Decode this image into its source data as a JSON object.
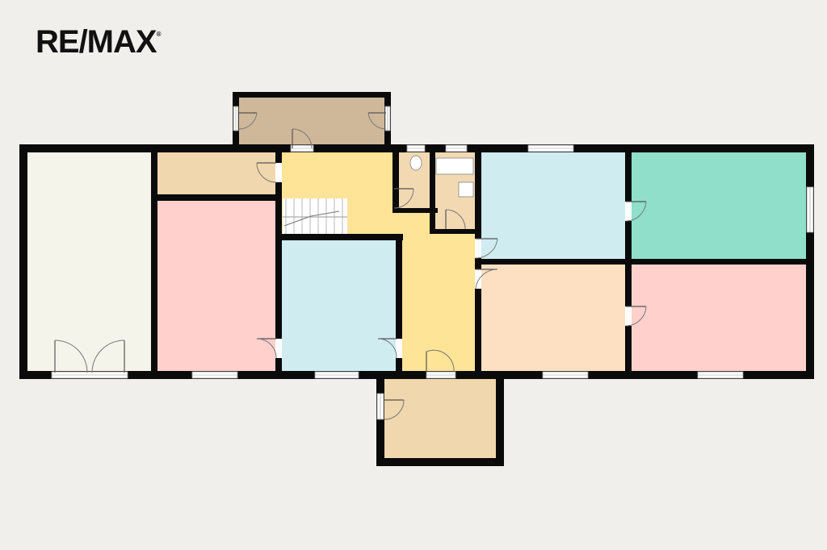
{
  "brand": {
    "logo_text": "RE/MAX",
    "reg_mark": "®"
  },
  "colors": {
    "background": "#f0efeb",
    "wall": "#0a0a0a",
    "garage": "#f5f4ea",
    "storage": "#f0d7ad",
    "balcony": "#cfb89a",
    "hall": "#fde496",
    "bathroom": "#f2d9b2",
    "pink_room": "#ffd0cc",
    "blue_room": "#cfecf1",
    "green_room": "#8fdfcb",
    "peach_room": "#fde0c2",
    "window": "#ffffff"
  },
  "rooms": [
    {
      "id": "garage",
      "color_key": "garage",
      "stroke": "#c4c1aa"
    },
    {
      "id": "storage-top",
      "color_key": "storage"
    },
    {
      "id": "balcony",
      "color_key": "balcony"
    },
    {
      "id": "pink-room-left",
      "color_key": "pink_room"
    },
    {
      "id": "hall",
      "color_key": "hall"
    },
    {
      "id": "blue-room-center",
      "color_key": "blue_room"
    },
    {
      "id": "wc",
      "color_key": "bathroom"
    },
    {
      "id": "bathroom",
      "color_key": "bathroom"
    },
    {
      "id": "blue-room-right",
      "color_key": "blue_room"
    },
    {
      "id": "green-room",
      "color_key": "green_room"
    },
    {
      "id": "peach-room",
      "color_key": "peach_room"
    },
    {
      "id": "pink-room-right",
      "color_key": "pink_room"
    },
    {
      "id": "entrance-porch",
      "color_key": "storage"
    }
  ]
}
